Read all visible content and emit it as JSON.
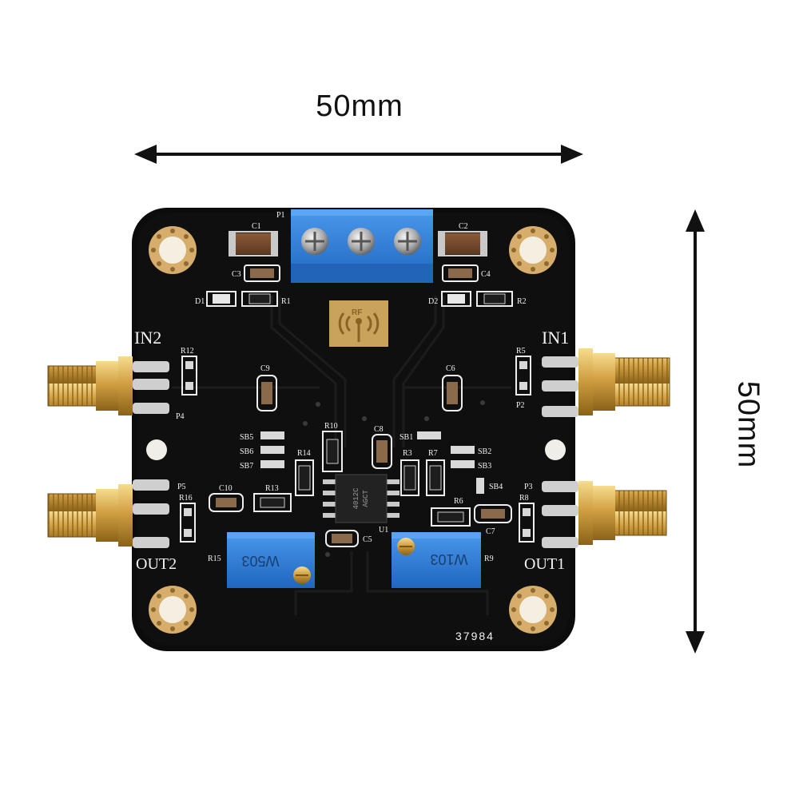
{
  "dimensions": {
    "width_label": "50mm",
    "height_label": "50mm"
  },
  "board": {
    "connector_label": "P1",
    "serial_number": "37984",
    "rf_logo_text": "RF",
    "chip_marking_line1": "4012C",
    "chip_marking_line2": "AGCT",
    "chip_label": "U1",
    "pot_left_marking": "W503",
    "pot_right_marking": "W103",
    "ports": {
      "in1": "IN1",
      "in2": "IN2",
      "out1": "OUT1",
      "out2": "OUT2"
    },
    "silkscreen": {
      "c1": "C1",
      "c2": "C2",
      "c3": "C3",
      "c4": "C4",
      "c5": "C5",
      "c6": "C6",
      "c7": "C7",
      "c8": "C8",
      "c9": "C9",
      "c10": "C10",
      "d1": "D1",
      "d2": "D2",
      "r1": "R1",
      "r2": "R2",
      "r3": "R3",
      "r5": "R5",
      "r6": "R6",
      "r7": "R7",
      "r8": "R8",
      "r9": "R9",
      "r10": "R10",
      "r12": "R12",
      "r13": "R13",
      "r14": "R14",
      "r15": "R15",
      "r16": "R16",
      "p2": "P2",
      "p3": "P3",
      "p4": "P4",
      "p5": "P5",
      "sb1": "SB1",
      "sb2": "SB2",
      "sb3": "SB3",
      "sb4": "SB4",
      "sb5": "SB5",
      "sb6": "SB6",
      "sb7": "SB7"
    }
  },
  "colors": {
    "pcb": "#0c0c0c",
    "terminal_block": "#2f7fd8",
    "potentiometer": "#2a6fd0",
    "gold": "#d8a84a",
    "silkscreen": "#f2f2f2"
  }
}
